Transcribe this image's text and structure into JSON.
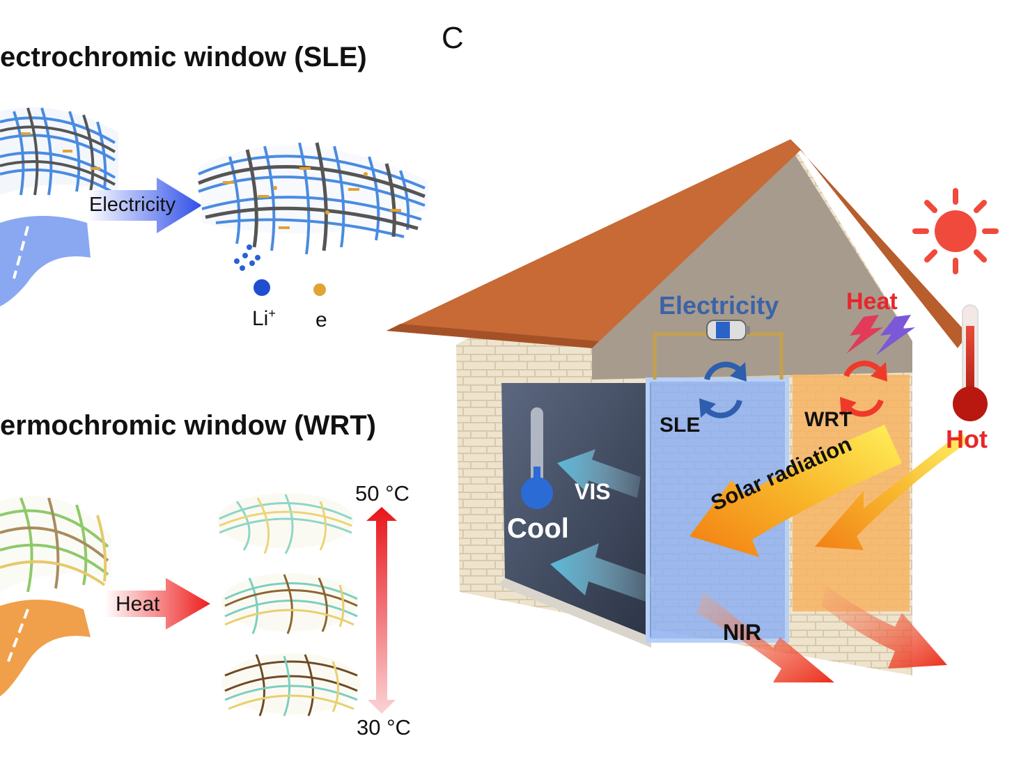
{
  "panel_b": {
    "title_top": "ectrochromic window (SLE)",
    "electricity_label": "Electricity",
    "legend_li": "Li",
    "legend_li_sup": "+",
    "legend_e": "e"
  },
  "panel_wrt": {
    "title": "ermochromic window (WRT)",
    "heat_label": "Heat",
    "temp_high": "50 °C",
    "temp_low": "30 °C"
  },
  "panel_c": {
    "letter": "C",
    "electricity": "Electricity",
    "heat": "Heat",
    "hot": "Hot",
    "sle": "SLE",
    "wrt": "WRT",
    "vis": "VIS",
    "cool": "Cool",
    "solar": "Solar radiation",
    "nir": "NIR"
  },
  "colors": {
    "roof": "#c9703a",
    "wall": "#e8dcc3",
    "gable": "#a89c8e",
    "sle_window": "#8fb3f0",
    "wrt_window": "#f8b865",
    "electricity_text": "#3b63a8",
    "heat_text": "#e8262b",
    "sun": "#f04a3c"
  }
}
